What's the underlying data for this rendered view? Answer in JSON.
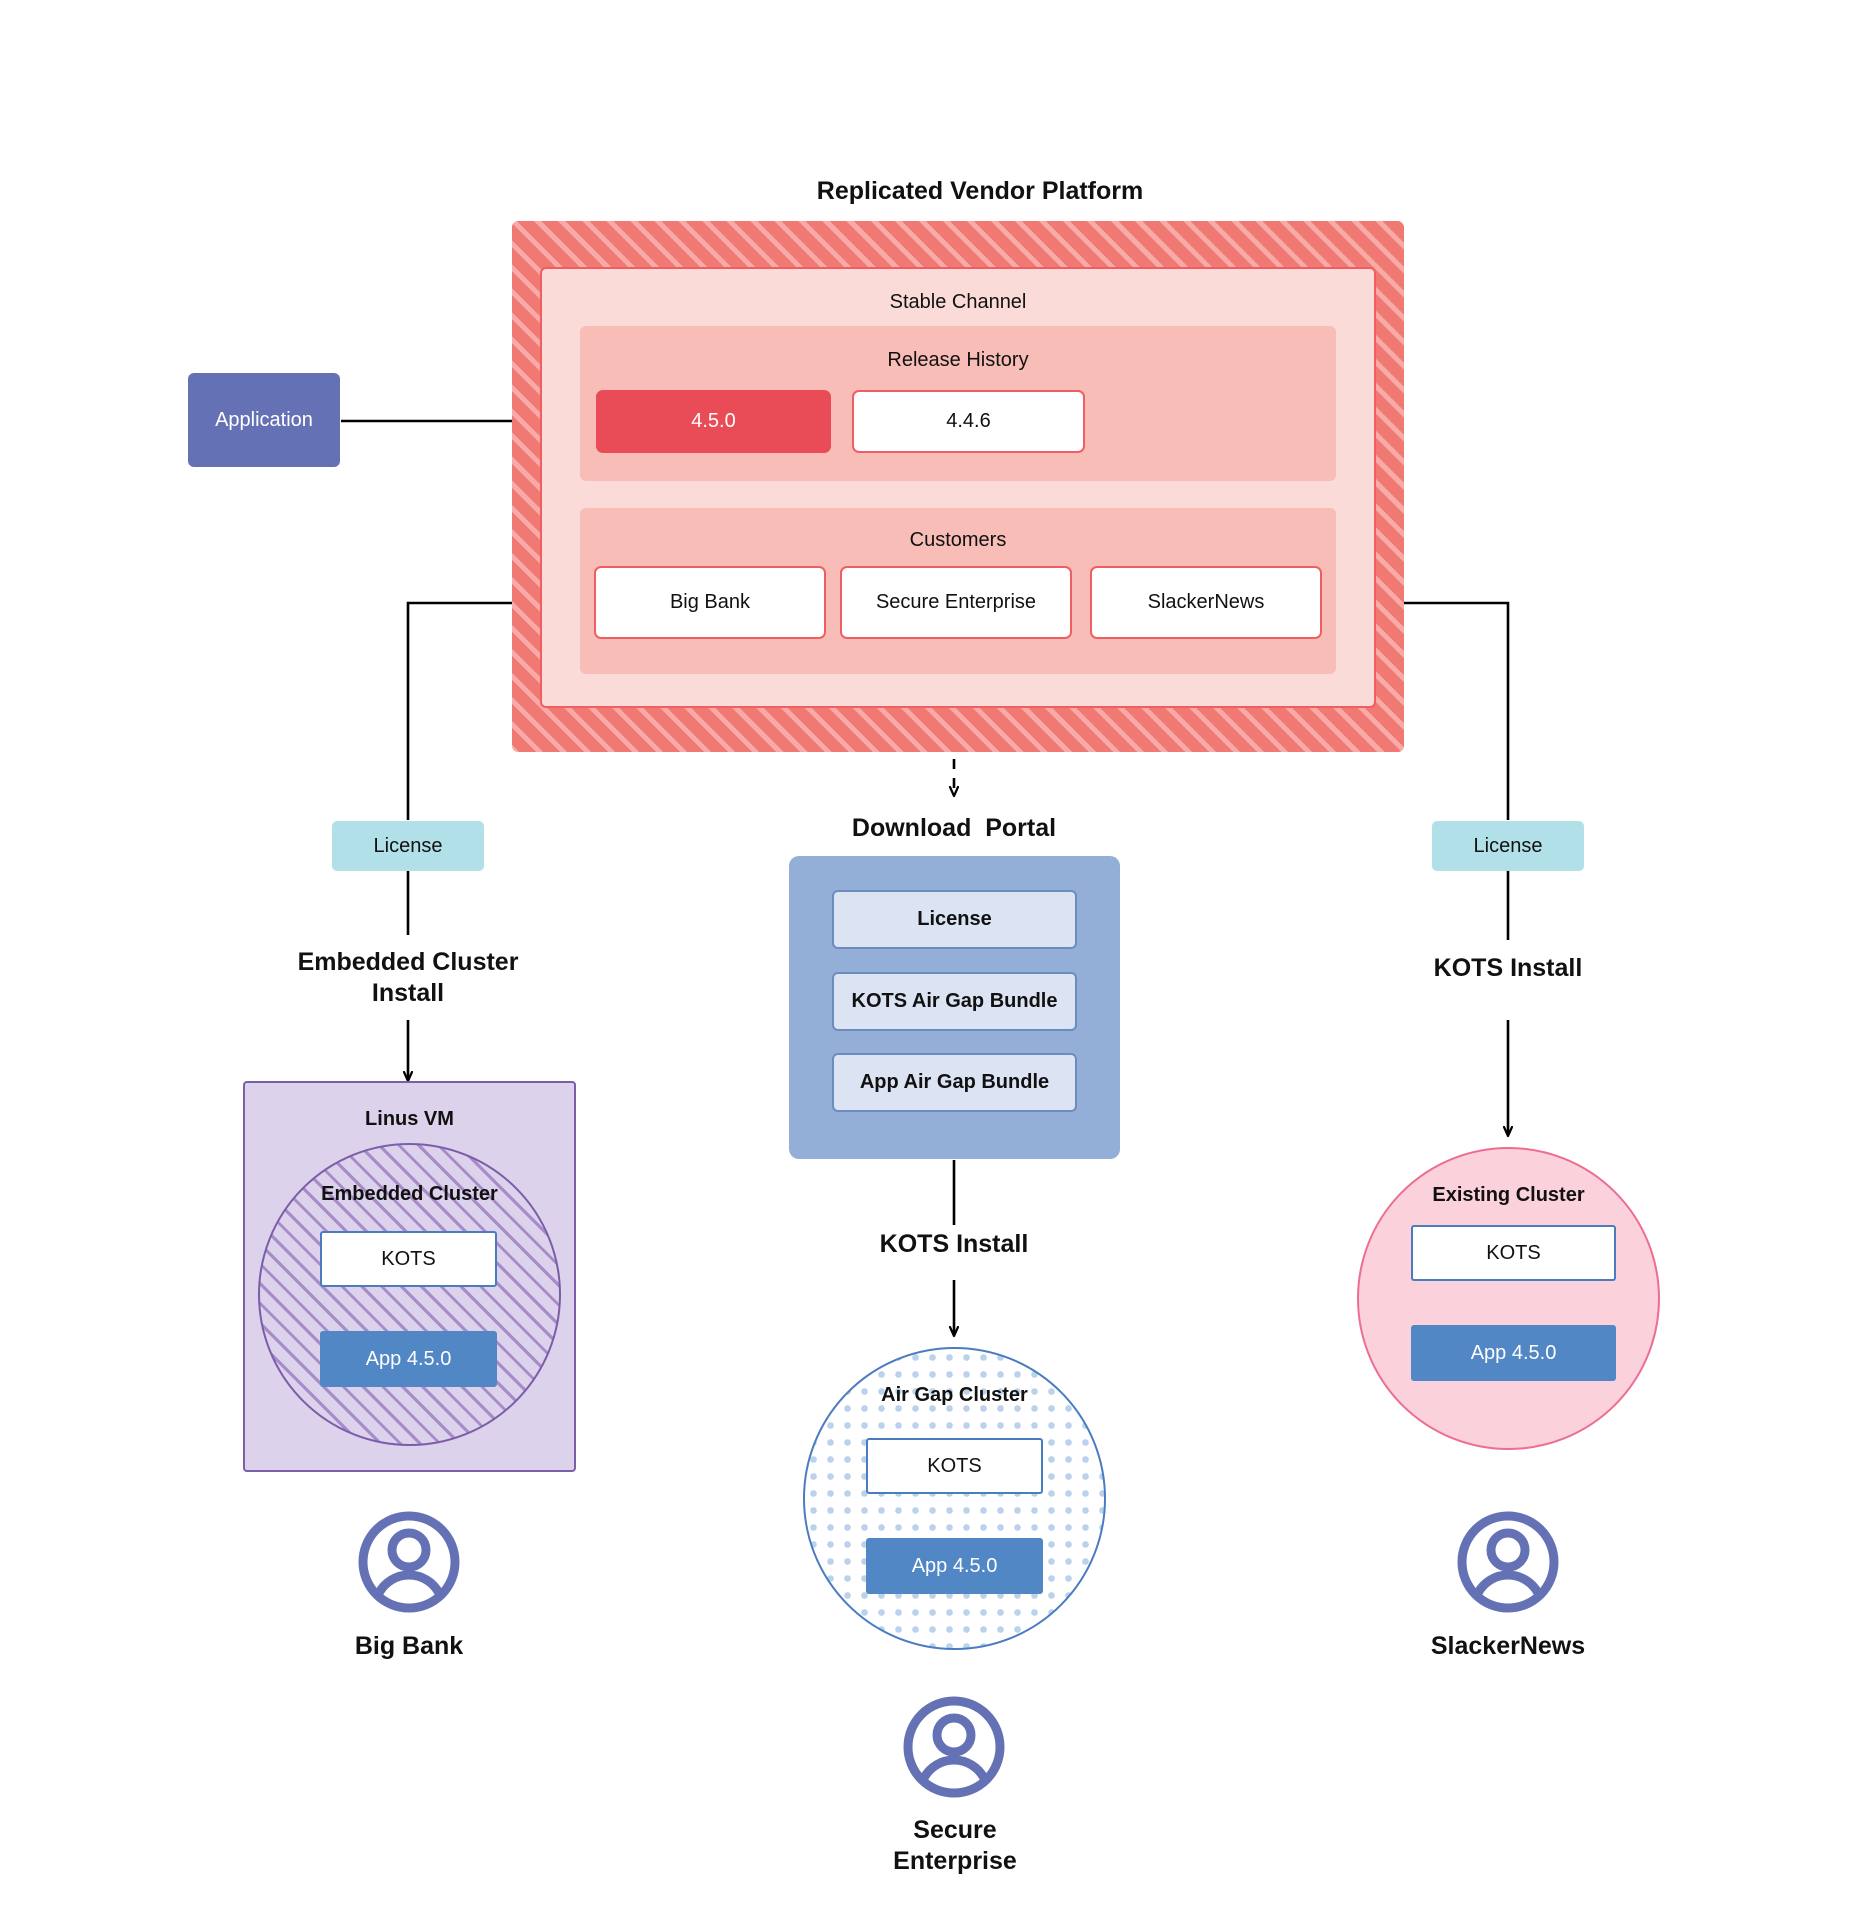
{
  "diagram": {
    "title": "Replicated Vendor Platform"
  },
  "application": {
    "label": "Application"
  },
  "platform": {
    "channel": {
      "title": "Stable Channel"
    },
    "release_history": {
      "title": "Release History",
      "releases": [
        {
          "version": "4.5.0",
          "state": "current"
        },
        {
          "version": "4.4.6",
          "state": "previous"
        }
      ]
    },
    "customers": {
      "title": "Customers",
      "items": [
        {
          "name": "Big Bank"
        },
        {
          "name": "Secure\nEnterprise"
        },
        {
          "name": "SlackerNews"
        }
      ]
    }
  },
  "branches": {
    "left": {
      "license_label": "License",
      "install_label": "Embedded Cluster\nInstall",
      "persona": "Big Bank"
    },
    "middle": {
      "portal_title": "Download  Portal",
      "portal_items": [
        {
          "label": "License"
        },
        {
          "label": "KOTS Air Gap Bundle"
        },
        {
          "label": "App Air Gap Bundle"
        }
      ],
      "install_label": "KOTS Install",
      "persona": "Secure\nEnterprise"
    },
    "right": {
      "license_label": "License",
      "install_label": "KOTS Install",
      "persona": "SlackerNews"
    }
  },
  "clusters": {
    "vm": {
      "title": "Linus VM",
      "inner_title": "Embedded Cluster",
      "kots_label": "KOTS",
      "app_label": "App 4.5.0"
    },
    "airgap": {
      "title": "Air Gap Cluster",
      "kots_label": "KOTS",
      "app_label": "App 4.5.0"
    },
    "existing": {
      "title": "Existing Cluster",
      "kots_label": "KOTS",
      "app_label": "App 4.5.0"
    }
  },
  "colors": {
    "platform_hatch": "#F07A73",
    "platform_hatch_stripe": "#F8ABA6",
    "channel_bg": "#FBDBD7",
    "panel_bg": "#F7BDB6",
    "release_active": "#E94B57",
    "accent_red_border": "#EF5E63",
    "application_blue": "#6571B5",
    "license_teal": "#B2E0E8",
    "portal_blue": "#93AFD8",
    "portal_item_bg": "#DCE3F3",
    "vm_purple": "#DCD2EB",
    "vm_purple_border": "#7C5DA8",
    "airgap_border": "#4A7CC0",
    "existing_pink": "#FBD2DC",
    "existing_pink_border": "#EC6E92",
    "app_blue": "#5187C4",
    "avatar_blue": "#6571B5"
  }
}
